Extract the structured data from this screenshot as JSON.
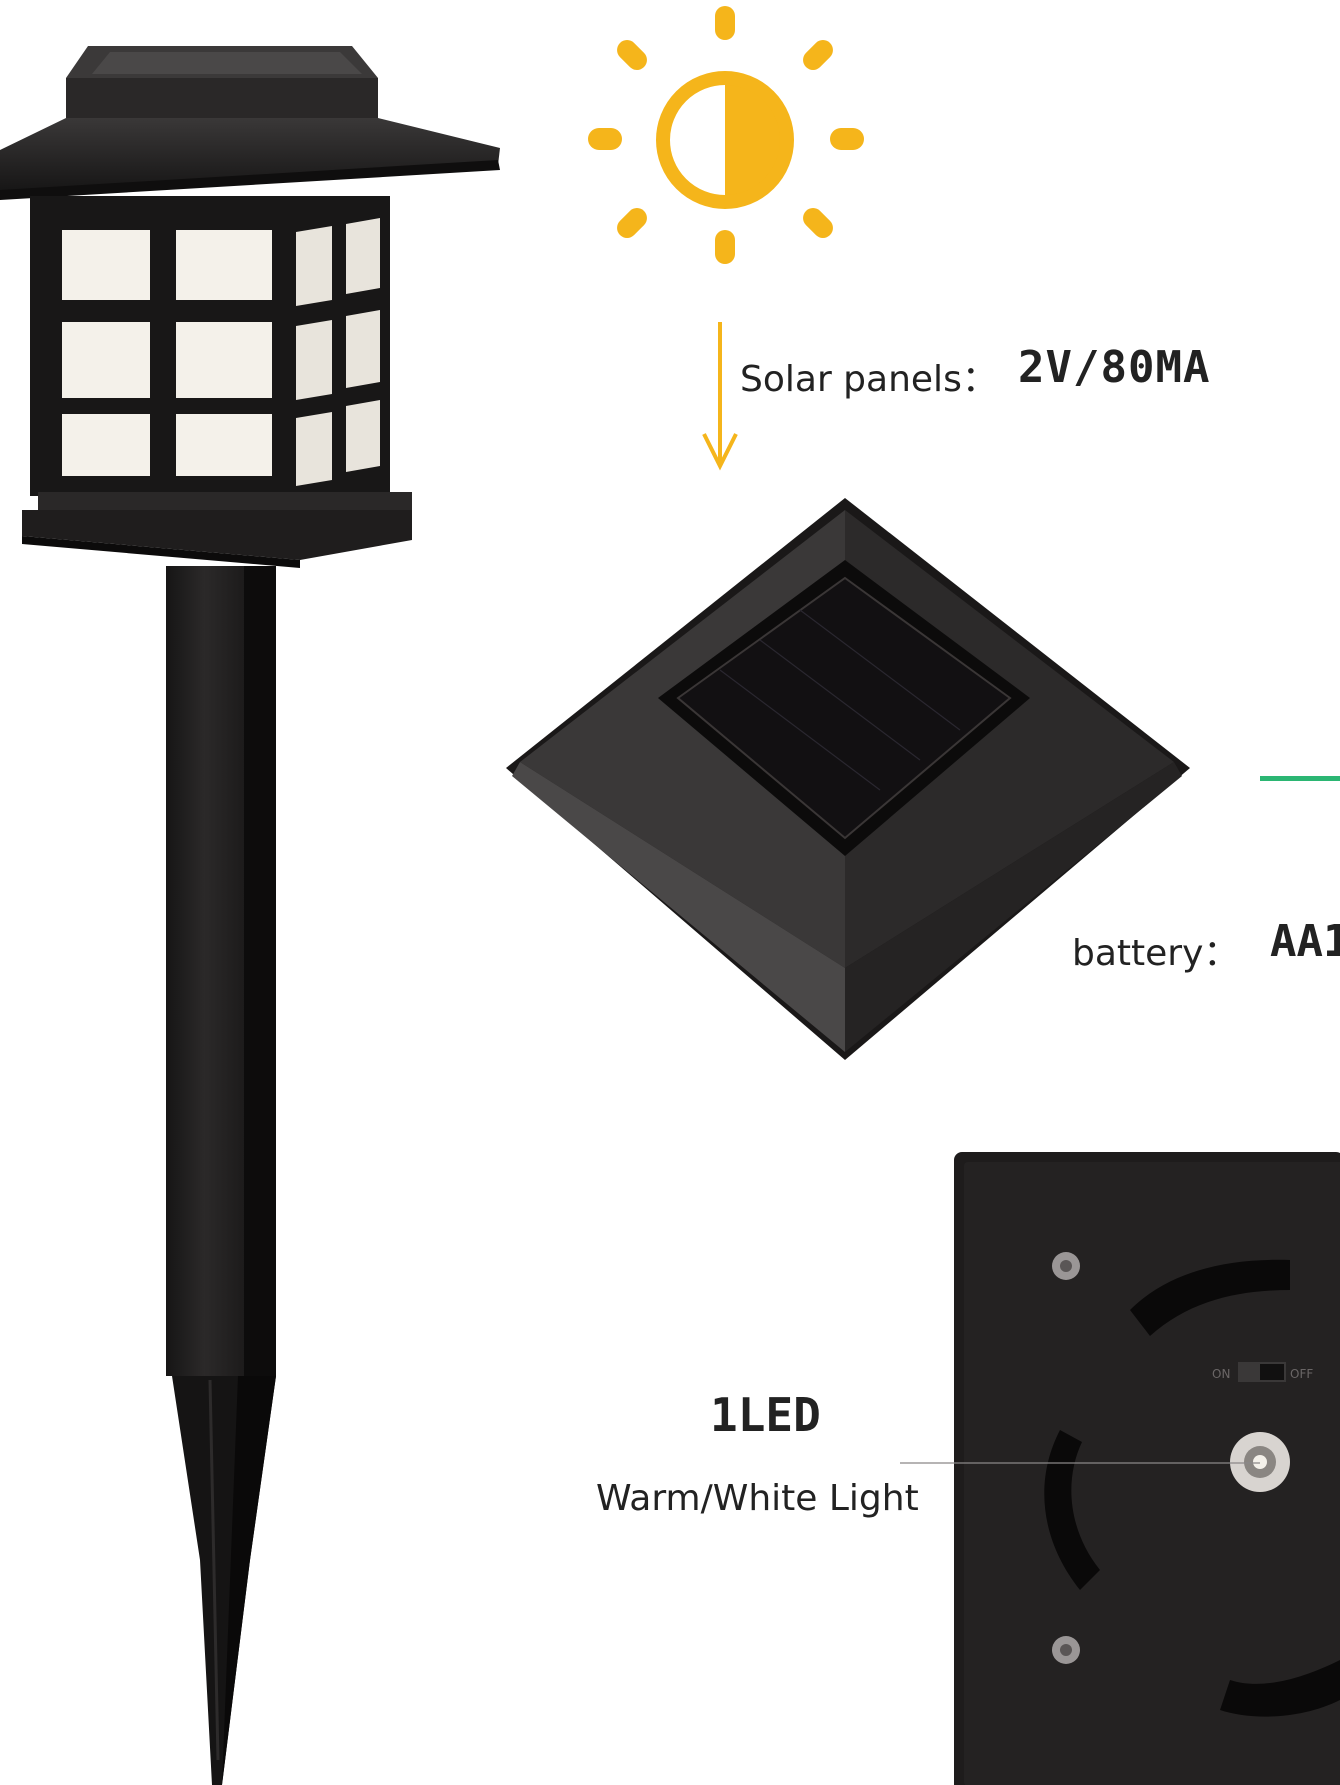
{
  "specs": {
    "solar_key": "Solar panels：",
    "solar_value": "2V/80MA",
    "battery_key": "battery：",
    "battery_value": "AA1",
    "led_count": "1LED",
    "light_type": "Warm/White Light"
  },
  "switch": {
    "on_label": "ON",
    "off_label": "OFF"
  },
  "icons": {
    "sun": "sun-icon",
    "arrow": "arrow-down-icon"
  },
  "colors": {
    "sun": "#F5B51B",
    "product": "#1c1a1a",
    "window_glow": "#f4f1ea",
    "accent_line": "#2bb673"
  }
}
